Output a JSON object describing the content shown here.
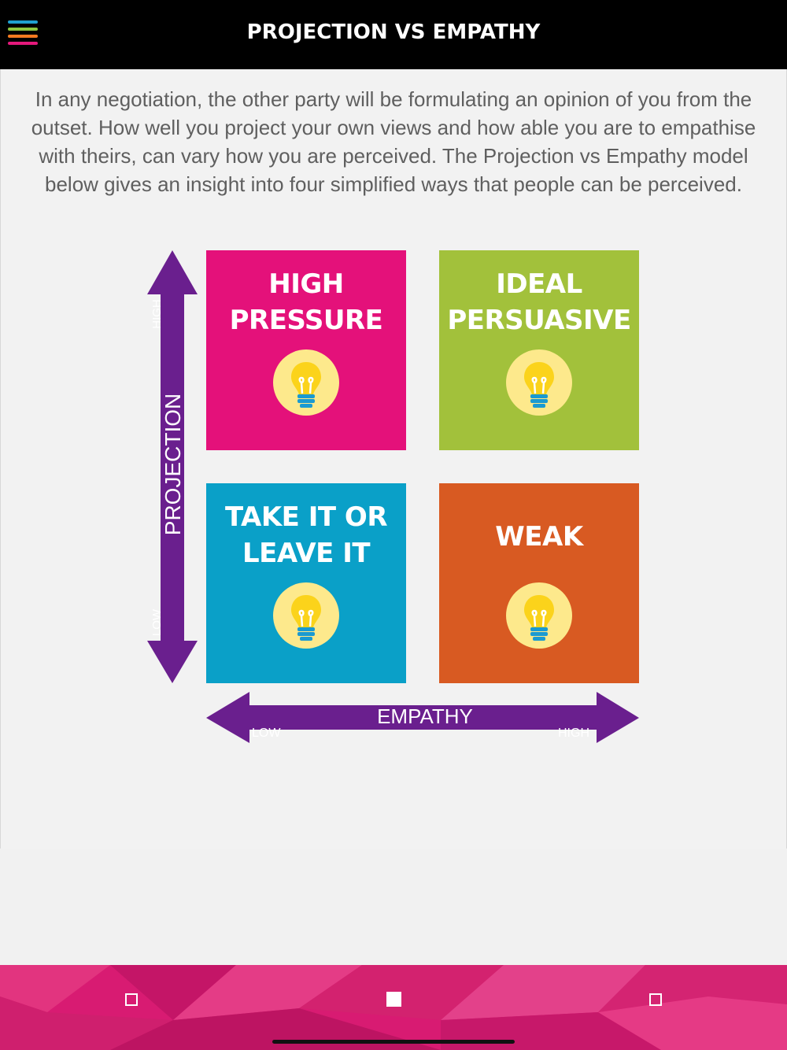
{
  "header": {
    "title": "PROJECTION VS EMPATHY",
    "menu_icon": "hamburger-menu-icon",
    "menu_line_colors": [
      "#1fa0d0",
      "#8dc63f",
      "#f47a20",
      "#e5197c"
    ]
  },
  "intro_text": "In any negotiation, the other party will be formulating an opinion of you from the outset. How well you project your own views and how able you are to empathise with theirs, can vary how you are perceived. The Projection vs Empathy model below gives an insight into four simplified ways that people can be perceived.",
  "matrix": {
    "quadrants": [
      {
        "line1": "HIGH",
        "line2": "PRESSURE",
        "color": "#e4117a",
        "icon": "lightbulb-icon"
      },
      {
        "line1": "IDEAL",
        "line2": "PERSUASIVE",
        "color": "#a2c13b",
        "icon": "lightbulb-icon"
      },
      {
        "line1": "TAKE IT OR",
        "line2": "LEAVE IT",
        "color": "#0aa0c8",
        "icon": "lightbulb-icon"
      },
      {
        "line1": "WEAK",
        "line2": "",
        "color": "#d85a22",
        "icon": "lightbulb-icon"
      }
    ],
    "y_axis": {
      "label": "PROJECTION",
      "high": "HIGH",
      "low": "LOW",
      "color": "#6a1f8e"
    },
    "x_axis": {
      "label": "EMPATHY",
      "low": "LOW",
      "high": "HIGH",
      "color": "#6a1f8e"
    }
  },
  "pager": {
    "pages": 3,
    "active_index": 1,
    "color": "#e5197c"
  }
}
